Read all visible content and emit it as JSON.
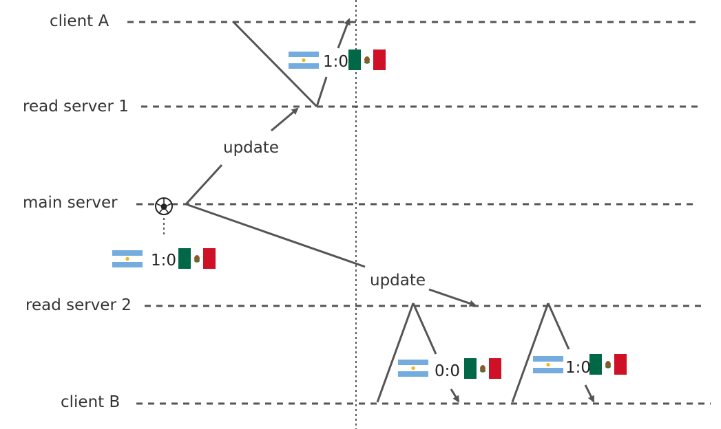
{
  "lanes": [
    {
      "id": "client_a",
      "label": "client A"
    },
    {
      "id": "read_server_1",
      "label": "read server 1"
    },
    {
      "id": "main_server",
      "label": "main server"
    },
    {
      "id": "read_server_2",
      "label": "read server 2"
    },
    {
      "id": "client_b",
      "label": "client B"
    }
  ],
  "messages": {
    "update_1": "update",
    "update_2": "update"
  },
  "scores": {
    "main_server": "1:0",
    "client_a": "1:0",
    "client_b_first": "0:0",
    "client_b_second": "1:0"
  },
  "colors": {
    "line": "#555555",
    "argentina_blue": "#74acdf",
    "argentina_sun": "#f6b40e",
    "mexico_green": "#006847",
    "mexico_red": "#ce1126"
  },
  "icons": {
    "ball": "soccer-ball-icon",
    "flag_left": "argentina-flag-icon",
    "flag_right": "mexico-flag-icon"
  }
}
